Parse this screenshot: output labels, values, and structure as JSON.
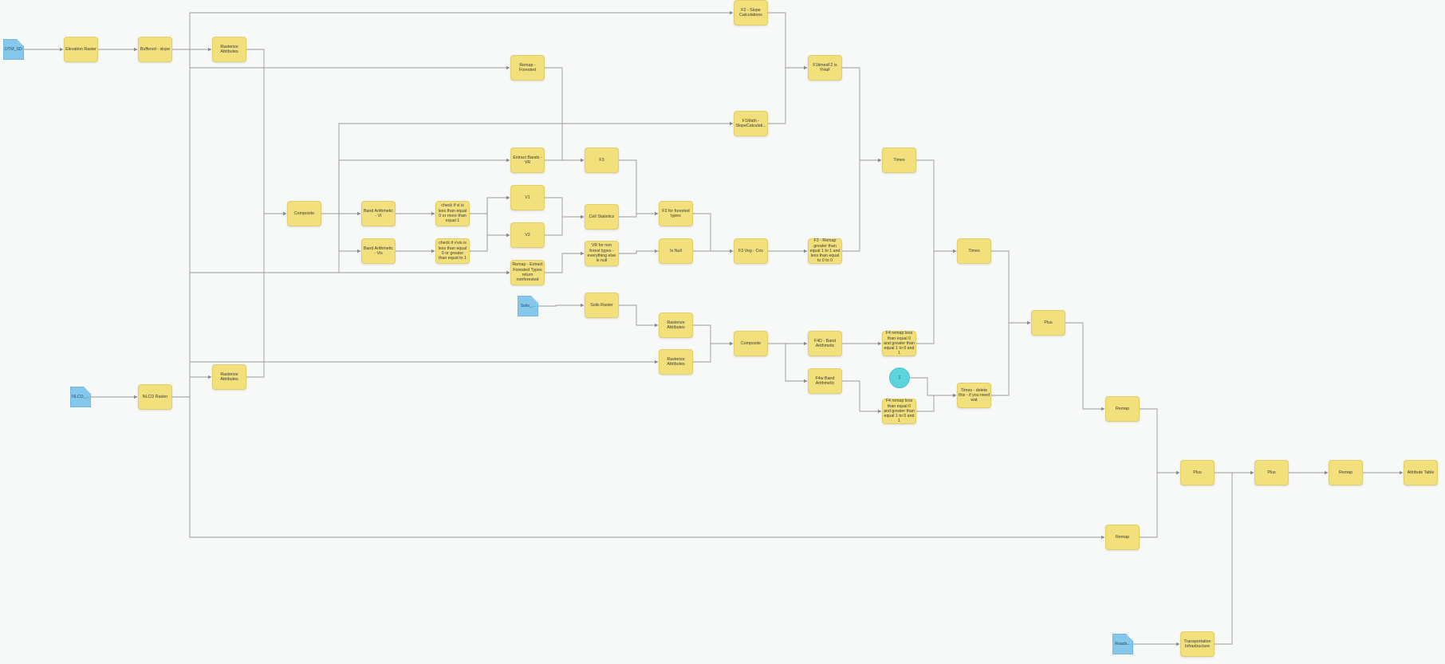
{
  "diagram": {
    "nodes": [
      {
        "id": "dtm",
        "label": "DTM_SD",
        "kind": "dataset"
      },
      {
        "id": "elev",
        "label": "Elevation Raster",
        "kind": "process"
      },
      {
        "id": "buf",
        "label": "Buffered - slope",
        "kind": "process"
      },
      {
        "id": "ras1",
        "label": "Rasterize Attributes",
        "kind": "process"
      },
      {
        "id": "nlcd",
        "label": "NLCD_...",
        "kind": "dataset"
      },
      {
        "id": "nlcdr",
        "label": "NLCD Raster",
        "kind": "process"
      },
      {
        "id": "ras2",
        "label": "Rasterize Attributes",
        "kind": "process"
      },
      {
        "id": "comp1",
        "label": "Composite",
        "kind": "process"
      },
      {
        "id": "bandvi",
        "label": "Band Arithmetic - VI",
        "kind": "process"
      },
      {
        "id": "bandvis",
        "label": "Band Arithmetic - Vis",
        "kind": "process"
      },
      {
        "id": "chk1",
        "label": "check if vi is less than equal 0 or more than equal 1",
        "kind": "process"
      },
      {
        "id": "chk2",
        "label": "check if v'vis is less than equal 0 or greater than equal to 1",
        "kind": "process"
      },
      {
        "id": "remapf",
        "label": "Remap - Forested",
        "kind": "process"
      },
      {
        "id": "extract",
        "label": "Extract Bands - VR",
        "kind": "process"
      },
      {
        "id": "v1",
        "label": "V1",
        "kind": "process"
      },
      {
        "id": "v2",
        "label": "V2",
        "kind": "process"
      },
      {
        "id": "remapx",
        "label": "Remap - Extract Forested Types return nonforested",
        "kind": "process"
      },
      {
        "id": "soils",
        "label": "Soils_...",
        "kind": "dataset"
      },
      {
        "id": "f3",
        "label": "F3",
        "kind": "process"
      },
      {
        "id": "cellstat",
        "label": "Cell Statistics",
        "kind": "process"
      },
      {
        "id": "vr",
        "label": "VR for non forest types - everything else is null",
        "kind": "process"
      },
      {
        "id": "soilsr",
        "label": "Soils Raster",
        "kind": "process"
      },
      {
        "id": "f3f",
        "label": "F3 for forested types",
        "kind": "process"
      },
      {
        "id": "isnull",
        "label": "Is Null",
        "kind": "process"
      },
      {
        "id": "ras3",
        "label": "Rasterize Attributes",
        "kind": "process"
      },
      {
        "id": "ras4",
        "label": "Rasterize Attributes",
        "kind": "process"
      },
      {
        "id": "f2slope",
        "label": "F2 - Slope Calculations",
        "kind": "process"
      },
      {
        "id": "f1math",
        "label": "F1Math - SlopeCalculati...",
        "kind": "process"
      },
      {
        "id": "f3veg",
        "label": "F3 Veg - Cov",
        "kind": "process"
      },
      {
        "id": "comp2",
        "label": "Composite",
        "kind": "process"
      },
      {
        "id": "f1timesf2",
        "label": "F1timesF2 is YHaF",
        "kind": "process"
      },
      {
        "id": "f3remap",
        "label": "F3 - Remap greater than equal 1 to 1 and less than equal to 0 to 0",
        "kind": "process"
      },
      {
        "id": "f4band",
        "label": "F4D - Band Arithmetic",
        "kind": "process"
      },
      {
        "id": "f4wband",
        "label": "F4w Band Arithmetic",
        "kind": "process"
      },
      {
        "id": "times1",
        "label": "Times",
        "kind": "process"
      },
      {
        "id": "f4remap1",
        "label": "F4 remap less than equal 0 and greater than equal 1 to 0 and 1",
        "kind": "process"
      },
      {
        "id": "zero",
        "label": "0",
        "kind": "constant"
      },
      {
        "id": "f4remap2",
        "label": "F4 remap less than equal 0 and greater than equal 1 to 0 and 1",
        "kind": "process"
      },
      {
        "id": "times2",
        "label": "Times",
        "kind": "process"
      },
      {
        "id": "times3",
        "label": "Times - delete this - if you need wat",
        "kind": "process"
      },
      {
        "id": "plus1",
        "label": "Plus",
        "kind": "process"
      },
      {
        "id": "remap1",
        "label": "Remap",
        "kind": "process"
      },
      {
        "id": "remap2",
        "label": "Remap",
        "kind": "process"
      },
      {
        "id": "plus2",
        "label": "Plus",
        "kind": "process"
      },
      {
        "id": "plus3",
        "label": "Plus",
        "kind": "process"
      },
      {
        "id": "remap3",
        "label": "Remap",
        "kind": "process"
      },
      {
        "id": "attrtable",
        "label": "Attribute Table",
        "kind": "process"
      },
      {
        "id": "roads",
        "label": "Roads...",
        "kind": "dataset"
      },
      {
        "id": "transport",
        "label": "Transportation Infrastructure",
        "kind": "process"
      }
    ],
    "edges": [
      [
        "dtm",
        "elev"
      ],
      [
        "elev",
        "buf"
      ],
      [
        "buf",
        "ras1"
      ],
      [
        "buf",
        "f2slope"
      ],
      [
        "buf",
        "remapf"
      ],
      [
        "buf",
        "ras4"
      ],
      [
        "ras1",
        "comp1"
      ],
      [
        "nlcd",
        "nlcdr"
      ],
      [
        "nlcdr",
        "ras2"
      ],
      [
        "nlcdr",
        "remapx"
      ],
      [
        "nlcdr",
        "remap2"
      ],
      [
        "ras2",
        "comp1"
      ],
      [
        "comp1",
        "bandvi"
      ],
      [
        "comp1",
        "bandvis"
      ],
      [
        "comp1",
        "extract"
      ],
      [
        "comp1",
        "f1math"
      ],
      [
        "comp1",
        "remapx"
      ],
      [
        "bandvi",
        "chk1"
      ],
      [
        "bandvis",
        "chk2"
      ],
      [
        "chk1",
        "v1"
      ],
      [
        "chk1",
        "v2"
      ],
      [
        "chk2",
        "v1"
      ],
      [
        "chk2",
        "v2"
      ],
      [
        "remapf",
        "f3"
      ],
      [
        "extract",
        "f3"
      ],
      [
        "v1",
        "cellstat"
      ],
      [
        "v2",
        "cellstat"
      ],
      [
        "remapx",
        "vr"
      ],
      [
        "f3",
        "f3f"
      ],
      [
        "cellstat",
        "f3f"
      ],
      [
        "vr",
        "isnull"
      ],
      [
        "vr",
        "f3veg"
      ],
      [
        "f3f",
        "f3veg"
      ],
      [
        "isnull",
        "f3veg"
      ],
      [
        "soils",
        "soilsr"
      ],
      [
        "soilsr",
        "ras3"
      ],
      [
        "ras3",
        "comp2"
      ],
      [
        "ras4",
        "comp2"
      ],
      [
        "comp2",
        "f4band"
      ],
      [
        "comp2",
        "f4wband"
      ],
      [
        "f4band",
        "f4remap1"
      ],
      [
        "f4wband",
        "f4remap2"
      ],
      [
        "f2slope",
        "f1timesf2"
      ],
      [
        "f1math",
        "f1timesf2"
      ],
      [
        "f1timesf2",
        "times1"
      ],
      [
        "f3veg",
        "f3remap"
      ],
      [
        "f3remap",
        "times1"
      ],
      [
        "times1",
        "times2"
      ],
      [
        "f4remap1",
        "times2"
      ],
      [
        "zero",
        "times3"
      ],
      [
        "f4remap2",
        "times3"
      ],
      [
        "times2",
        "plus1"
      ],
      [
        "times3",
        "plus1"
      ],
      [
        "plus1",
        "remap1"
      ],
      [
        "remap1",
        "plus2"
      ],
      [
        "remap2",
        "plus2"
      ],
      [
        "plus2",
        "plus3"
      ],
      [
        "transport",
        "plus3"
      ],
      [
        "roads",
        "transport"
      ],
      [
        "plus3",
        "remap3"
      ],
      [
        "remap3",
        "attrtable"
      ]
    ]
  }
}
